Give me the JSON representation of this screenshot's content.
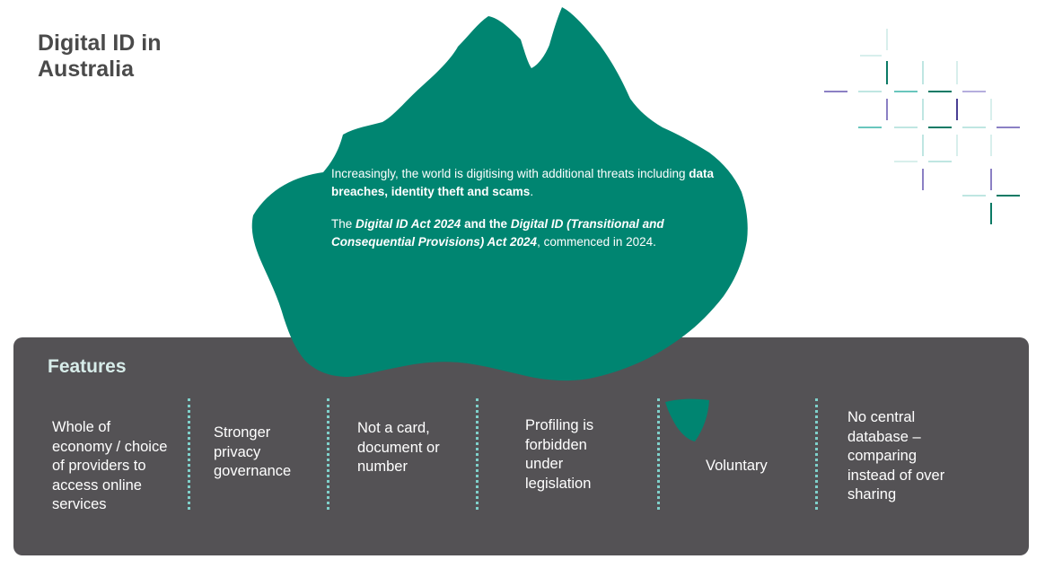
{
  "title": {
    "line1": "Digital ID in",
    "line2": "Australia"
  },
  "intro": {
    "p1_before": "Increasingly, the world is digitising with additional threats including ",
    "p1_bold": "data breaches, identity theft and scams",
    "p1_after": ".",
    "p2_the": "The ",
    "p2_act1": "Digital ID Act 2024",
    "p2_and": " and the ",
    "p2_act2": "Digital ID (Transitional and Consequential Provisions) Act 2024",
    "p2_after": ", commenced in 2024."
  },
  "features": {
    "heading": "Features",
    "items": [
      "Whole of economy / choice of providers to access online services",
      "Stronger privacy governance",
      "Not a card, document or number",
      "Profiling is forbidden under legislation",
      "Voluntary",
      "No central database – comparing instead of over sharing"
    ]
  },
  "colors": {
    "map_green": "#008571",
    "panel_grey": "#545255",
    "divider_teal": "#7fd1cb",
    "decor_teal": "#69c6bd",
    "decor_purple": "#8b80c4",
    "decor_dark_green": "#0b7a65"
  },
  "icons": {
    "map": "australia-map-icon",
    "decor": "grid-lines-decoration"
  }
}
